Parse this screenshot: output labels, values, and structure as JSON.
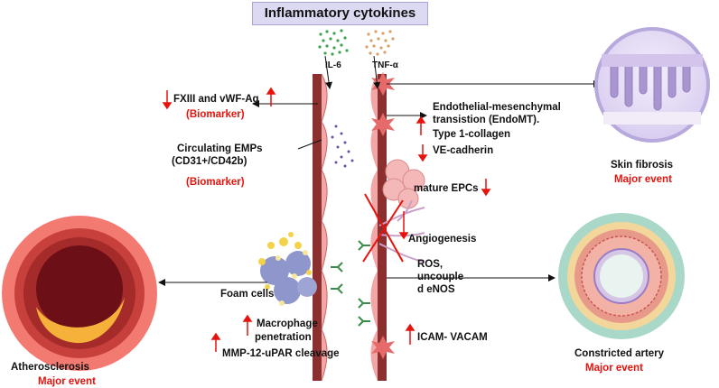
{
  "title": "Inflammatory cytokines",
  "cytokines": {
    "il6": "IL-6",
    "tnf": "TNF-α"
  },
  "left_labels": {
    "fxiii": "FXIII and vWF-Ag",
    "biomarker": "(Biomarker)",
    "emps_line1": "Circulating EMPs",
    "emps_line2": "(CD31+/CD42b)",
    "foam": "Foam cells",
    "macro_line1": "Macrophage",
    "macro_line2": "penetration",
    "mmp": "MMP-12-uPAR cleavage"
  },
  "right_labels": {
    "endomt_line1": "Endothelial-mesenchymal",
    "endomt_line2": "transistion (EndoMT).",
    "collagen": "Type 1-collagen",
    "vecadherin": "VE-cadherin",
    "epcs": "mature EPCs",
    "angio": "Angiogenesis",
    "ros_line1": "ROS,",
    "ros_line2": "uncouple",
    "ros_line3": "d eNOS",
    "icam": "ICAM-  VACAM"
  },
  "outcomes": {
    "skin": "Skin fibrosis",
    "atherosclerosis": "Atherosclerosis",
    "artery": "Constricted artery",
    "major": "Major event"
  },
  "colors": {
    "arrow_red": "#e8120c",
    "title_bg": "#dcd9f2",
    "vessel_dark": "#8b2f2f",
    "endothelial": "#f0a0a0",
    "skin": "#e4dcf3"
  }
}
